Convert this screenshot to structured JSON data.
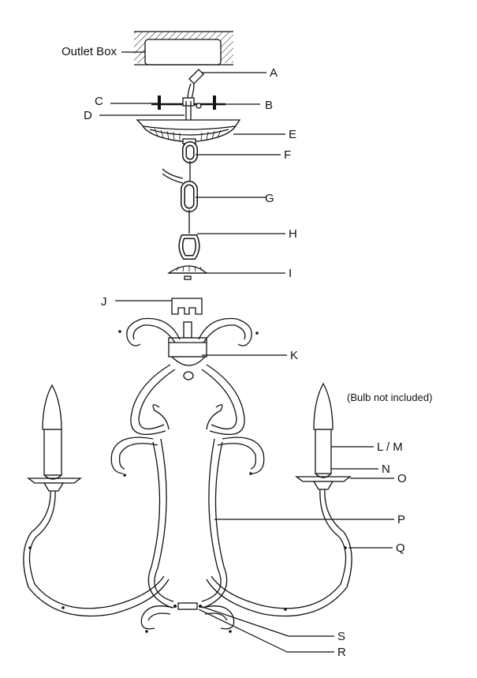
{
  "outlet_box_label": "Outlet Box",
  "bulb_note": "(Bulb not included)",
  "callouts": {
    "A": "A",
    "B": "B",
    "C": "C",
    "D": "D",
    "E": "E",
    "F": "F",
    "G": "G",
    "H": "H",
    "I": "I",
    "J": "J",
    "K": "K",
    "LM": "L / M",
    "N": "N",
    "O": "O",
    "P": "P",
    "Q": "Q",
    "S": "S",
    "R": "R"
  }
}
